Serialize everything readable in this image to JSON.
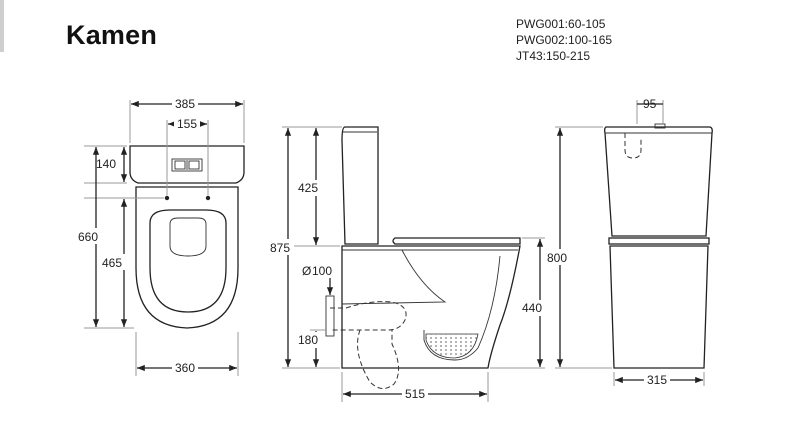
{
  "title": "Kamen",
  "codes": [
    "PWG001:60-105",
    "PWG002:100-165",
    "JT43:150-215"
  ],
  "dimensions": {
    "top_width": "385",
    "button_spacing": "155",
    "tank_depth": "140",
    "overall_length": "660",
    "bowl_length": "465",
    "base_width": "360",
    "tank_height": "425",
    "overall_height": "875",
    "outlet_diameter": "100",
    "outlet_height": "180",
    "seat_height": "440",
    "base_length": "515",
    "side_top": "95",
    "front_height": "800",
    "front_base": "315"
  }
}
